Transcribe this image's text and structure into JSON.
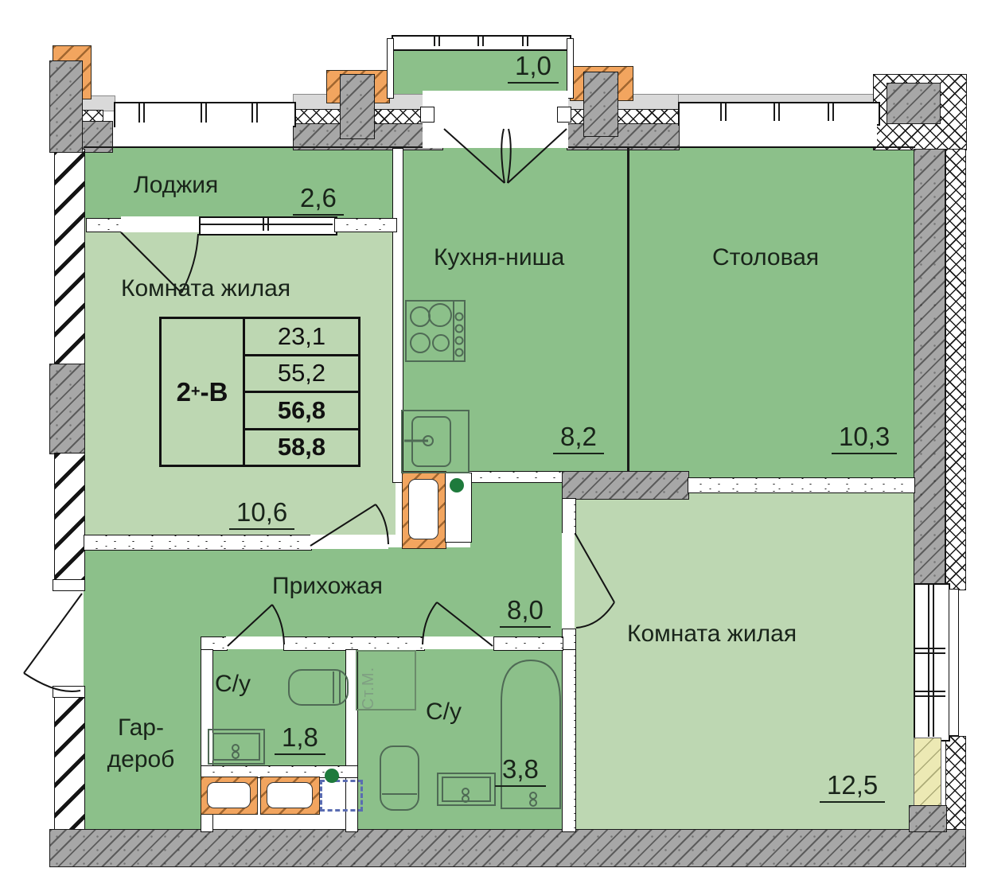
{
  "rooms": {
    "loggia": {
      "name": "Лоджия",
      "area": "2,6"
    },
    "living_room_1": {
      "name": "Комната жилая",
      "area": "10,6"
    },
    "kitchen_niche": {
      "name": "Кухня-ниша",
      "area": "8,2"
    },
    "dining_room": {
      "name": "Столовая",
      "area": "10,3"
    },
    "hallway": {
      "name": "Прихожая",
      "area": "8,0"
    },
    "wardrobe": {
      "name_line1": "Гар-",
      "name_line2": "дероб"
    },
    "bathroom_small": {
      "name": "С/у",
      "area": "1,8"
    },
    "bathroom_large": {
      "name": "С/у",
      "area": "3,8"
    },
    "living_room_2": {
      "name": "Комната жилая",
      "area": "12,5"
    },
    "balcony": {
      "area": "1,0"
    }
  },
  "spec_table": {
    "type_num": "2",
    "type_sup": "+",
    "type_suffix": "-В",
    "rows": [
      "23,1",
      "55,2",
      "56,8",
      "58,8"
    ]
  },
  "fixtures": {
    "washing_machine_label": "Ст.М."
  },
  "colors": {
    "room_dark_green": "#8cc08a",
    "room_light_green": "#bdd7b2",
    "wall_gray": "#a7a7a7",
    "accent_orange": "#f2a55f",
    "material_yellow": "#ece9b4",
    "marker_blue": "#5a6cb2",
    "marker_dark_green": "#1e7a3c"
  }
}
